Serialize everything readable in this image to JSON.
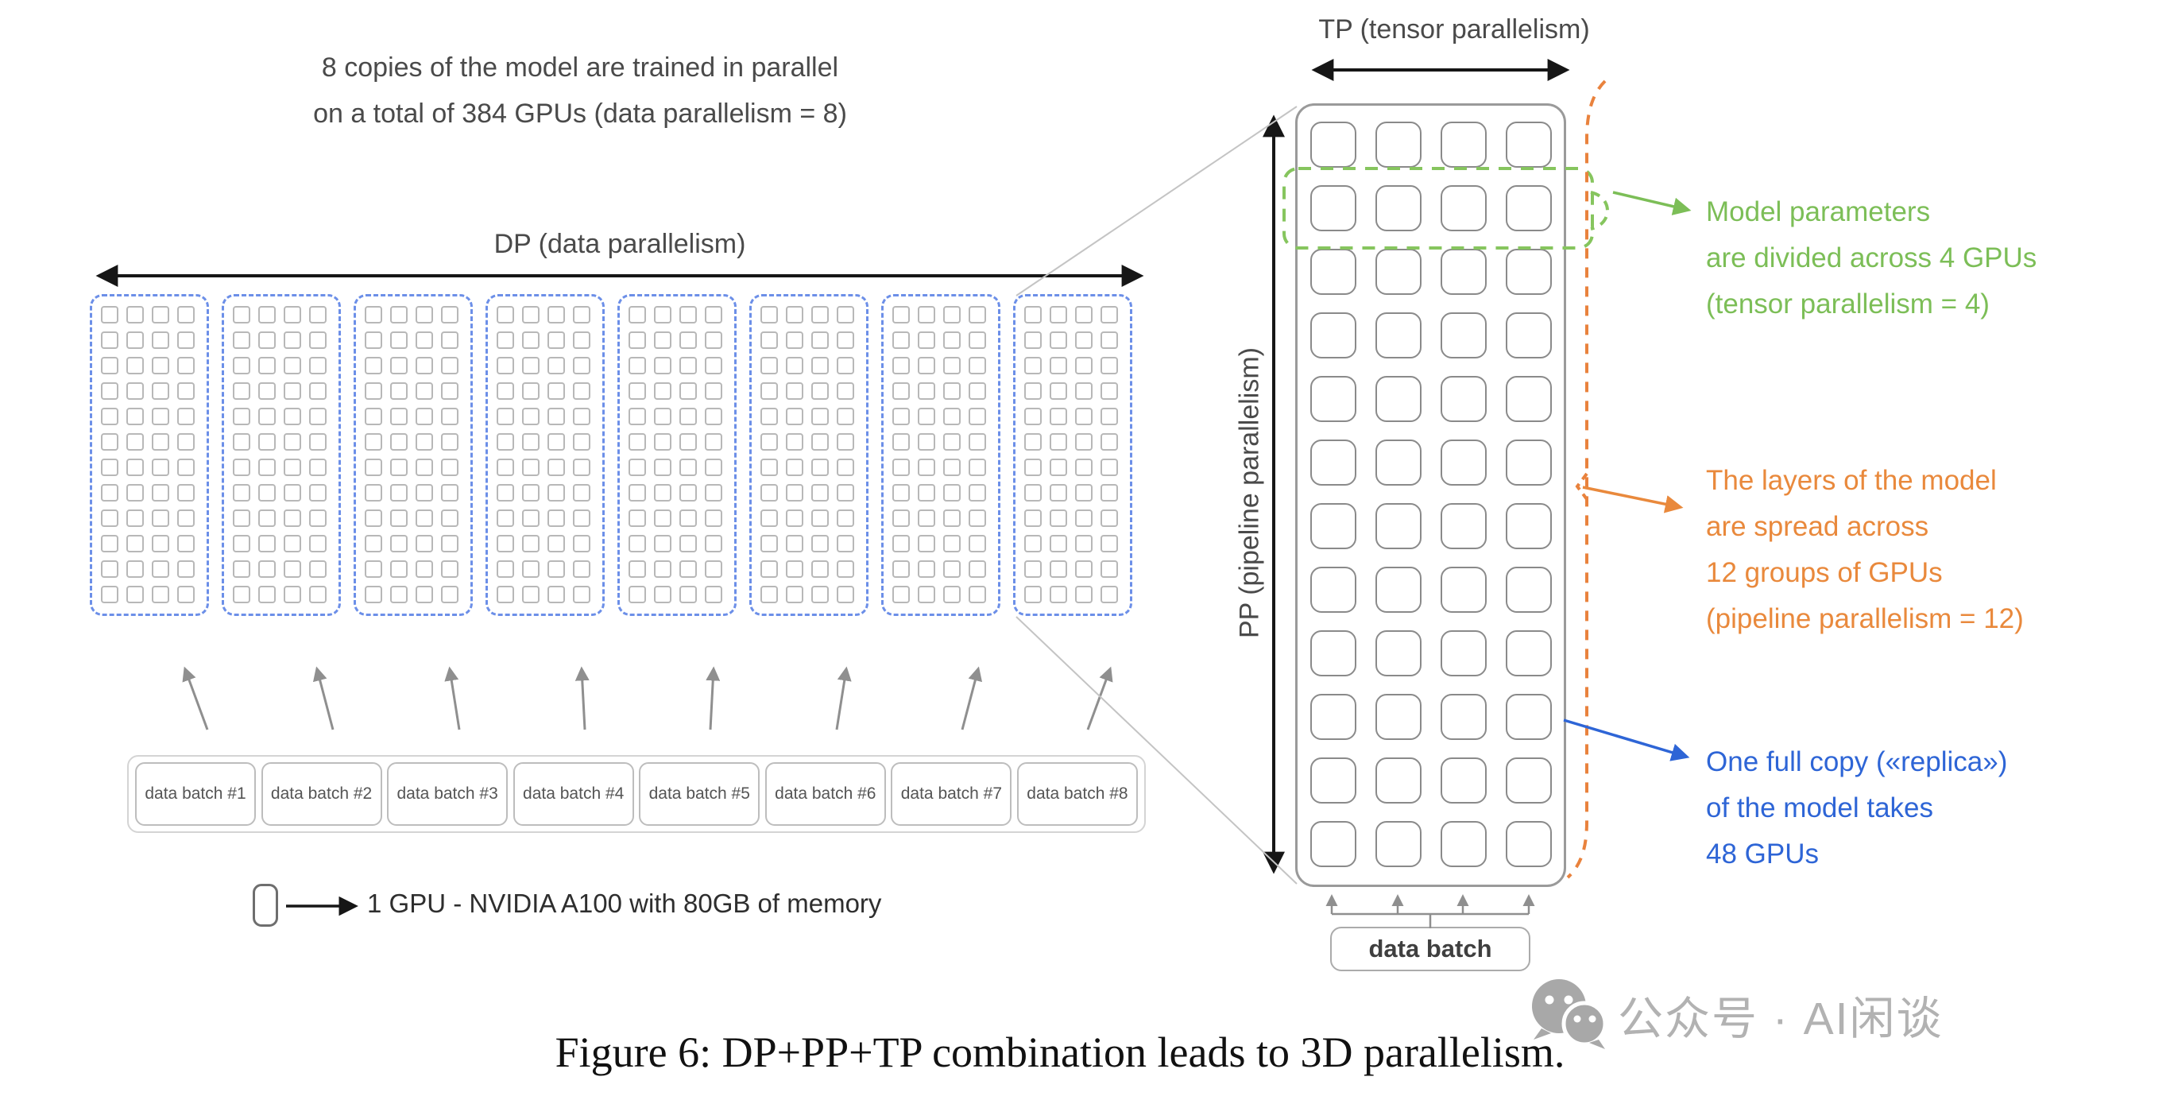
{
  "left": {
    "intro_line1": "8 copies of the model are trained in parallel",
    "intro_line2": "on a total of 384 GPUs (data parallelism = 8)",
    "dp_label": "DP (data parallelism)",
    "replica_count": 8,
    "replica_grid": {
      "cols": 4,
      "rows": 12
    },
    "data_batches": [
      "data batch #1",
      "data batch #2",
      "data batch #3",
      "data batch #4",
      "data batch #5",
      "data batch #6",
      "data batch #7",
      "data batch #8"
    ],
    "legend_text": "1 GPU - NVIDIA A100 with 80GB of memory"
  },
  "right": {
    "tp_label": "TP (tensor parallelism)",
    "pp_label": "PP (pipeline parallelism)",
    "grid": {
      "cols": 4,
      "rows": 12
    },
    "data_batch_label": "data batch",
    "annotations": {
      "green": {
        "color": "#7cbe57",
        "lines": [
          "Model parameters",
          "are divided across 4 GPUs",
          "(tensor parallelism = 4)"
        ]
      },
      "orange": {
        "color": "#e9893c",
        "lines": [
          "The layers of the model",
          "are spread across",
          "12 groups of GPUs",
          "(pipeline parallelism = 12)"
        ]
      },
      "blue": {
        "color": "#2e65d6",
        "lines": [
          "One full copy («replica»)",
          "of the model takes",
          "48 GPUs"
        ]
      }
    }
  },
  "caption": "Figure 6: DP+PP+TP combination leads to 3D parallelism.",
  "watermark": {
    "text": "公众号 · AI闲谈",
    "icon": "wechat-icon"
  },
  "colors": {
    "dash_blue": "#6c8fe8",
    "green": "#7cbe57",
    "orange": "#e9893c",
    "blue": "#2e65d6",
    "text_gray": "#4a4a4a"
  }
}
